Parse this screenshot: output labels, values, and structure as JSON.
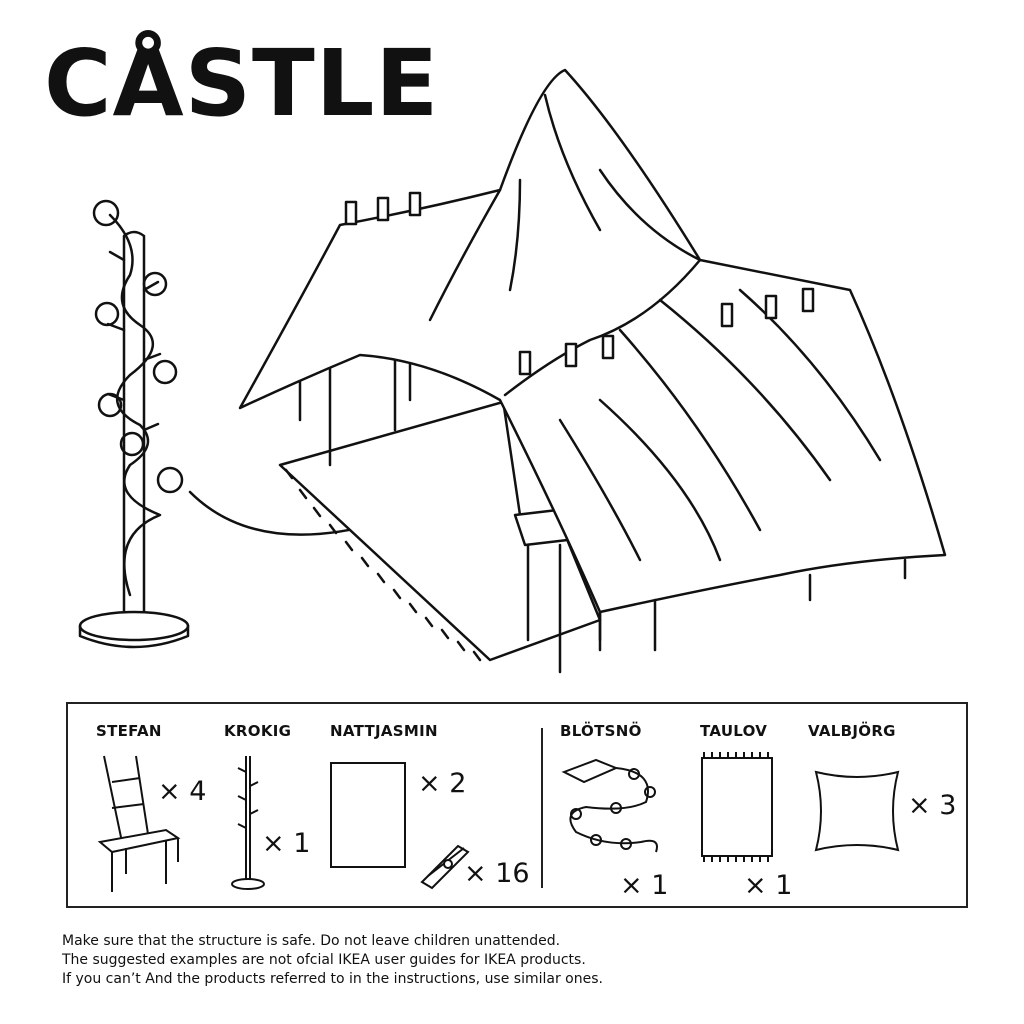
{
  "title": "CÅSTLE",
  "parts": [
    {
      "name": "STEFAN",
      "qty": "× 4",
      "icon": "chair-icon"
    },
    {
      "name": "KROKIG",
      "qty": "× 1",
      "icon": "coat-stand-icon"
    },
    {
      "name": "NATTJASMIN",
      "qty": "× 2",
      "icon": "sheet-icon"
    },
    {
      "name": "",
      "qty": "× 16",
      "icon": "clothespin-icon"
    },
    {
      "name": "BLÖTSNÖ",
      "qty": "× 1",
      "icon": "string-lights-icon"
    },
    {
      "name": "TAULOV",
      "qty": "× 1",
      "icon": "rug-icon"
    },
    {
      "name": "VALBJÖRG",
      "qty": "× 3",
      "icon": "cushion-icon"
    }
  ],
  "footer": [
    "Make sure that the structure is safe.  Do not leave children unattended.",
    "The suggested examples are not ofcial IKEA user guides for IKEA products.",
    "If you can’t And the products referred to in the instructions, use similar ones."
  ]
}
